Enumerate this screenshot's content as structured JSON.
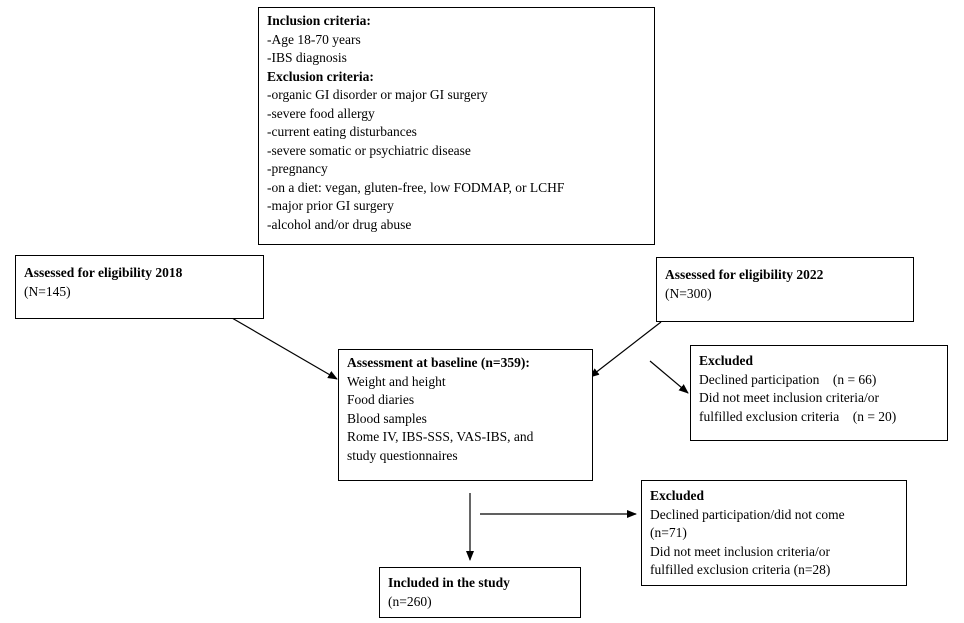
{
  "criteria_box": {
    "inclusion_title": "Inclusion criteria:",
    "inclusion": [
      "-Age 18-70 years",
      "-IBS diagnosis"
    ],
    "exclusion_title": "Exclusion criteria:",
    "exclusion": [
      "-organic GI disorder or major GI surgery",
      "-severe food allergy",
      "-current eating disturbances",
      "-severe somatic or psychiatric disease",
      "-pregnancy",
      "-on a diet: vegan, gluten-free, low FODMAP, or LCHF",
      "-major prior GI surgery",
      "-alcohol and/or drug abuse"
    ]
  },
  "assessed_2018": {
    "title": "Assessed for eligibility 2018",
    "n": "(N=145)"
  },
  "assessed_2022": {
    "title": "Assessed for eligibility 2022",
    "n": "(N=300)"
  },
  "baseline": {
    "title": "Assessment at baseline (n=359):",
    "items": [
      "Weight and height",
      "Food diaries",
      "Blood samples",
      "Rome IV, IBS-SSS, VAS-IBS, and",
      "study questionnaires"
    ]
  },
  "excluded_1": {
    "title": "Excluded",
    "items": [
      "Declined participation    (n = 66)",
      "Did not meet inclusion criteria/or",
      "fulfilled exclusion criteria    (n = 20)"
    ]
  },
  "excluded_2": {
    "title": "Excluded",
    "items": [
      "Declined participation/did not come",
      "(n=71)",
      "Did not meet inclusion criteria/or",
      "fulfilled exclusion criteria (n=28)"
    ]
  },
  "included": {
    "title": "Included in the study",
    "n": "(n=260)"
  }
}
